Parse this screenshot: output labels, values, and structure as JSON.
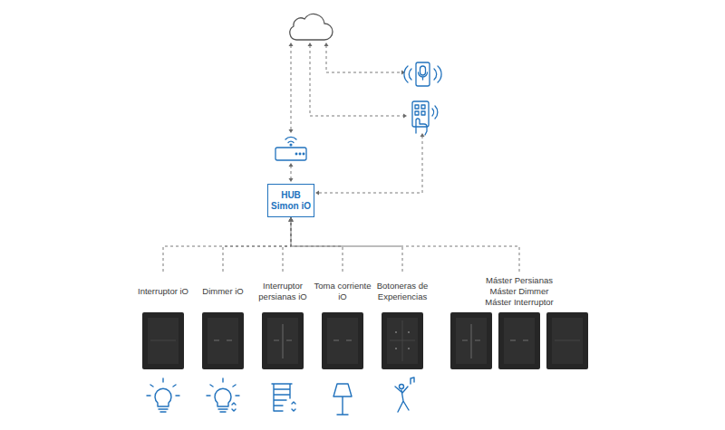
{
  "diagram": {
    "nodes": [
      {
        "text": [
          "HUB Simon iO"
        ]
      },
      {
        "text": [
          "Interruptor iO"
        ]
      },
      {
        "text": [
          "Dimmer iO"
        ]
      },
      {
        "text": [
          "Interruptor persianas iO"
        ]
      },
      {
        "text": [
          "Toma corriente iO"
        ]
      },
      {
        "text": [
          "Botoneras de Experiencias"
        ]
      },
      {
        "text": [
          "Máster Persianas Máster Dimmer Máster Interruptor"
        ]
      }
    ],
    "edges": [
      {
        "from": 1,
        "to": 0,
        "arrow": "to"
      },
      {
        "from": 2,
        "to": 0,
        "arrow": "to"
      },
      {
        "from": 3,
        "to": 0,
        "arrow": "to"
      },
      {
        "from": 4,
        "to": 0,
        "arrow": "to"
      },
      {
        "from": 5,
        "to": 0,
        "arrow": "to"
      },
      {
        "from": 6,
        "to": 0,
        "arrow": "to"
      }
    ]
  }
}
